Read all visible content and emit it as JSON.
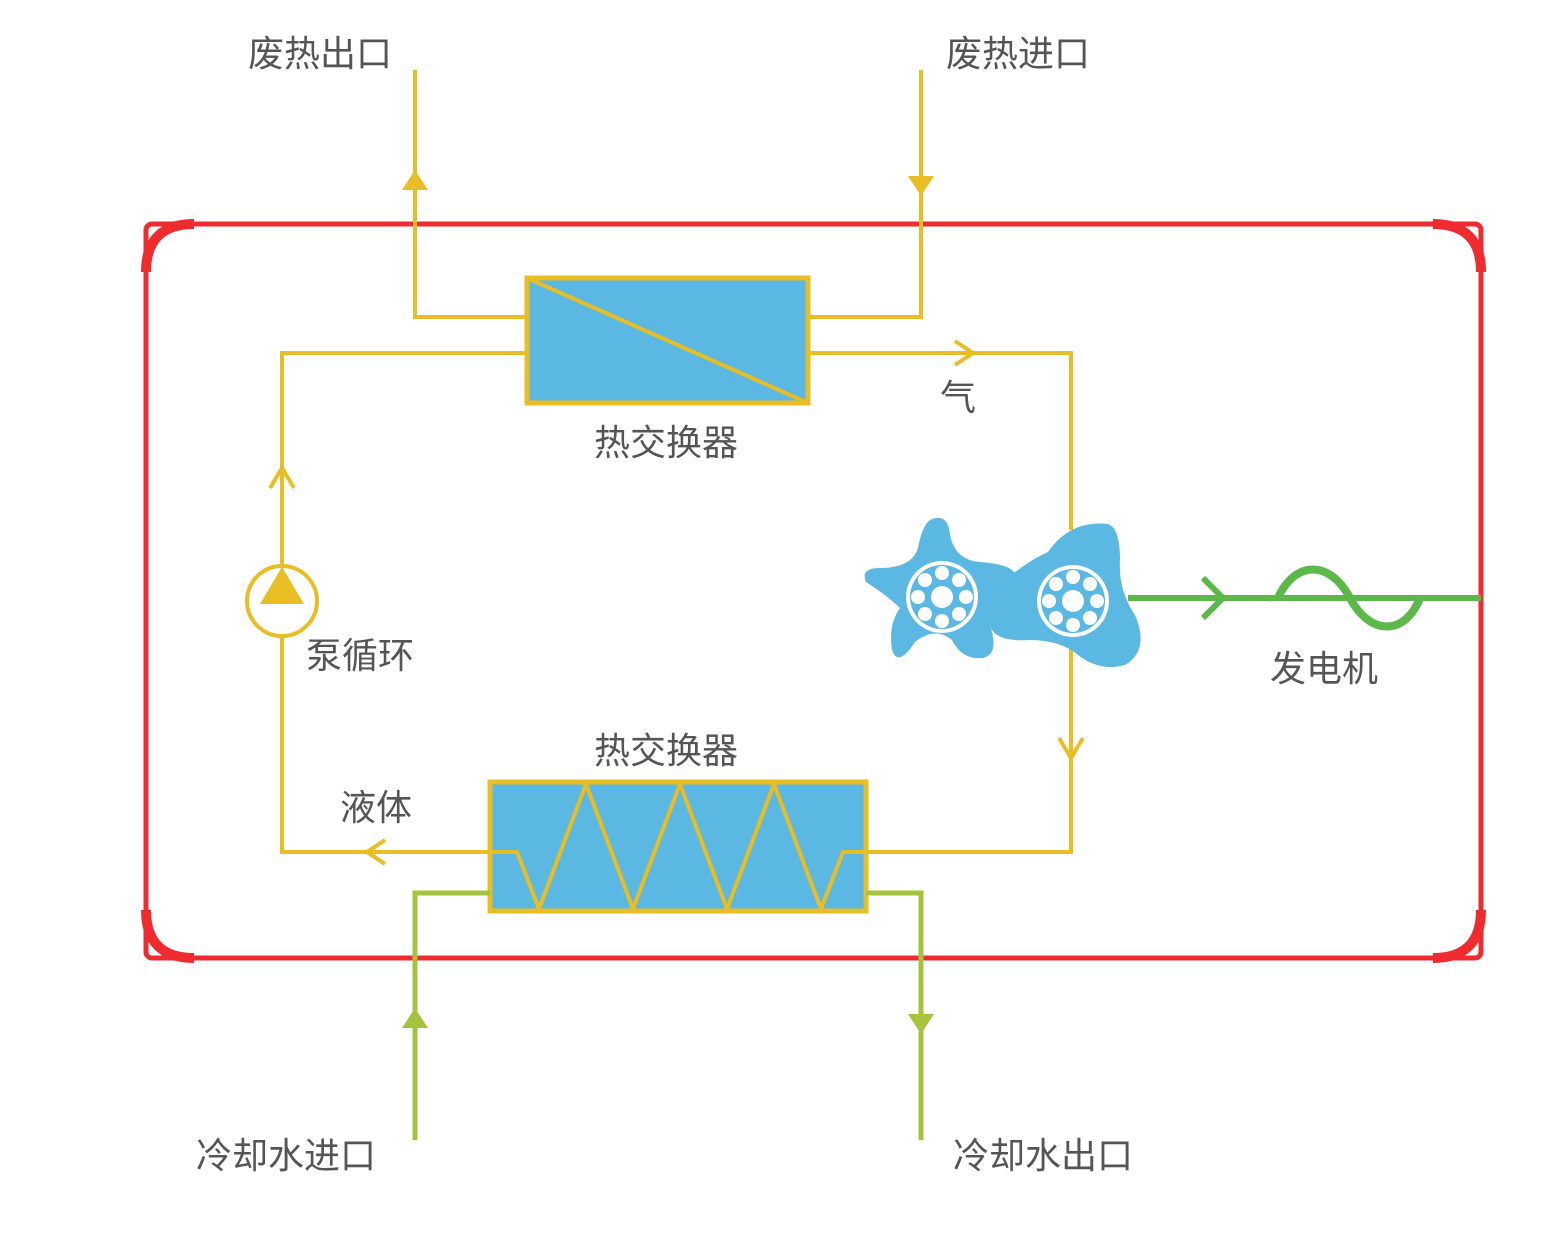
{
  "labels": {
    "waste_heat_outlet": "废热出口",
    "waste_heat_inlet": "废热进口",
    "heat_exchanger_top": "热交换器",
    "heat_exchanger_bottom": "热交换器",
    "gas": "气",
    "liquid": "液体",
    "pump": "泵循环",
    "generator": "发电机",
    "cooling_water_inlet": "冷却水进口",
    "cooling_water_outlet": "冷却水出口"
  },
  "colors": {
    "frame": "#ee2b2f",
    "working_fluid": "#e8be24",
    "exchanger_fill": "#5bb8e3",
    "cooling_water": "#a3c43c",
    "generator_line": "#5cb848",
    "expander": "#5bb8e3",
    "text": "#555555"
  },
  "icons": {
    "pump": "pump-icon",
    "expander": "screw-expander-icon",
    "generator": "sine-wave-generator-icon"
  }
}
